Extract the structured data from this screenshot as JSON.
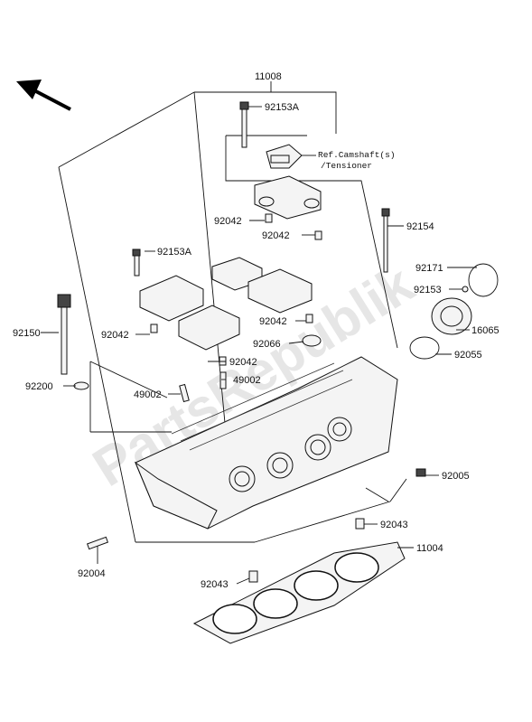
{
  "watermark": "PartsRepublik",
  "icons": {
    "direction": "arrow-up-left-icon"
  },
  "callouts": {
    "p11008": "11008",
    "p92153A_top": "92153A",
    "ref_line1": "Ref.Camshaft(s)",
    "ref_line2": "/Tensioner",
    "p92042_a": "92042",
    "p92042_b": "92042",
    "p92154": "92154",
    "p92153A_left": "92153A",
    "p92171": "92171",
    "p92153": "92153",
    "p16065": "16065",
    "p92150": "92150",
    "p92042_c": "92042",
    "p92042_d": "92042",
    "p92066": "92066",
    "p92055": "92055",
    "p92042_e": "92042",
    "p92200": "92200",
    "p49002_left": "49002",
    "p49002_right": "49002",
    "p92005": "92005",
    "p92043_right": "92043",
    "p11004": "11004",
    "p92004": "92004",
    "p92043_bottom": "92043"
  }
}
